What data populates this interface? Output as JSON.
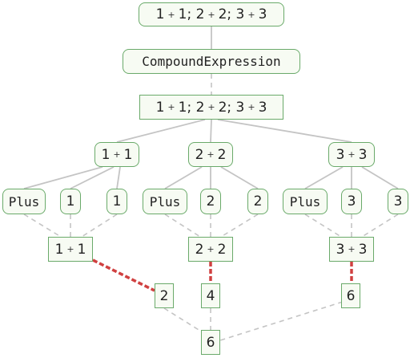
{
  "nodes": {
    "top": {
      "text": "1 + 1; 2 + 2; 3 + 3"
    },
    "compound": {
      "text": "CompoundExpression"
    },
    "held": {
      "text": "1 + 1; 2 + 2; 3 + 3"
    },
    "e1": {
      "text": "1 + 1"
    },
    "e2": {
      "text": "2 + 2"
    },
    "e3": {
      "text": "3 + 3"
    },
    "h1": {
      "text": "Plus"
    },
    "a1": {
      "text": "1"
    },
    "b1": {
      "text": "1"
    },
    "h2": {
      "text": "Plus"
    },
    "a2": {
      "text": "2"
    },
    "b2": {
      "text": "2"
    },
    "h3": {
      "text": "Plus"
    },
    "a3": {
      "text": "3"
    },
    "b3": {
      "text": "3"
    },
    "s1": {
      "text": "1 + 1"
    },
    "s2": {
      "text": "2 + 2"
    },
    "s3": {
      "text": "3 + 3"
    },
    "r1": {
      "text": "2"
    },
    "r2": {
      "text": "4"
    },
    "r3": {
      "text": "6"
    },
    "final": {
      "text": "6"
    }
  },
  "colors": {
    "node_border": "#6aaa6a",
    "node_fill": "#f7fbf3",
    "edge_solid": "#c4c4c4",
    "edge_dashed": "#c4c4c4",
    "edge_eval": "#d04040"
  }
}
